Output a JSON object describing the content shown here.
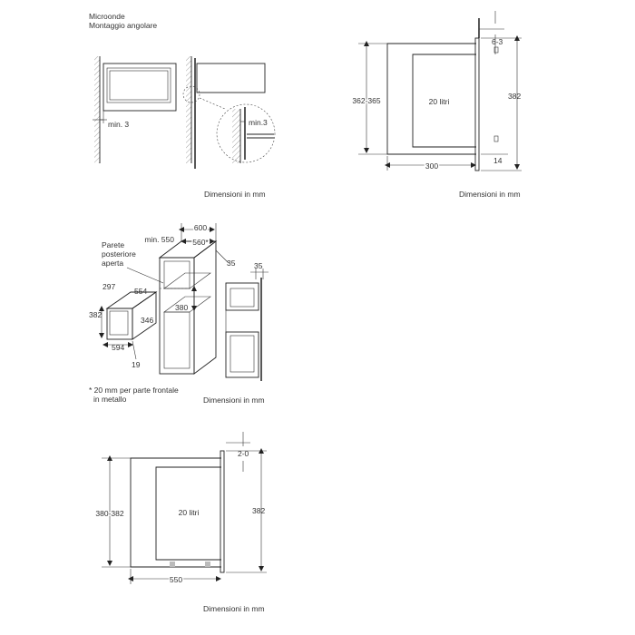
{
  "view1": {
    "title_line1": "Microonde",
    "title_line2": "Montaggio angolare",
    "min3_left": "min. 3",
    "min3_detail": "min.3",
    "units": "Dimensioni in mm"
  },
  "view2": {
    "height_range": "362-365",
    "capacity": "20 litri",
    "depth": "300",
    "top_gap": "6-3",
    "total_height": "382",
    "bottom": "14",
    "units": "Dimensioni in mm"
  },
  "view3": {
    "rear_label_1": "Parete",
    "rear_label_2": "posteriore",
    "rear_label_3": "aperta",
    "min550": "min. 550",
    "d600": "600",
    "d560": "560*",
    "d35a": "35",
    "d35b": "35",
    "d380": "380",
    "d297": "297",
    "d554": "554",
    "d382": "382",
    "d346": "346",
    "d594": "594",
    "d19": "19",
    "footnote_1": "* 20 mm per parte frontale",
    "footnote_2": "in metallo",
    "units": "Dimensioni in mm"
  },
  "view4": {
    "height_range": "380-382",
    "capacity": "20 litri",
    "top_gap": "2-0",
    "total_height": "382",
    "depth": "550",
    "units": "Dimensioni in mm"
  }
}
